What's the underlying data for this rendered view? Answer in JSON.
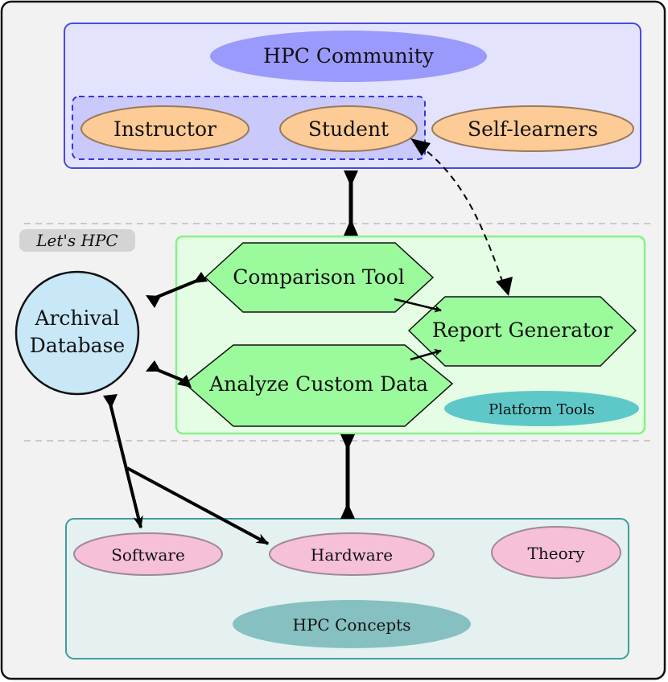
{
  "labels": {
    "community": "HPC Community",
    "instructor": "Instructor",
    "student": "Student",
    "self_learners": "Self-learners",
    "lets_hpc": "Let's HPC",
    "archival_line1": "Archival",
    "archival_line2": "Database",
    "comparison_tool": "Comparison Tool",
    "report_generator": "Report Generator",
    "analyze_custom_data": "Analyze Custom Data",
    "platform_tools": "Platform Tools",
    "software": "Software",
    "hardware": "Hardware",
    "theory": "Theory",
    "hpc_concepts": "HPC Concepts"
  },
  "colors": {
    "frame_bg": "#f2f2f2",
    "community_fill": "#e3e3fd",
    "community_stroke": "#4a4ae0",
    "community_label": "#9a9afc",
    "group_fill": "#c9c9fb",
    "user_fill": "#fdcb96",
    "platform_fill": "#e5fde5",
    "platform_stroke": "#88f088",
    "tool_fill": "#9bfa9b",
    "platform_label": "#5ec8c8",
    "database_fill": "#c8e8f8",
    "concepts_fill": "#e5f0f0",
    "concepts_stroke": "#3e9e9e",
    "concept_fill": "#f5c0d8",
    "concepts_label": "#86c0c0"
  }
}
